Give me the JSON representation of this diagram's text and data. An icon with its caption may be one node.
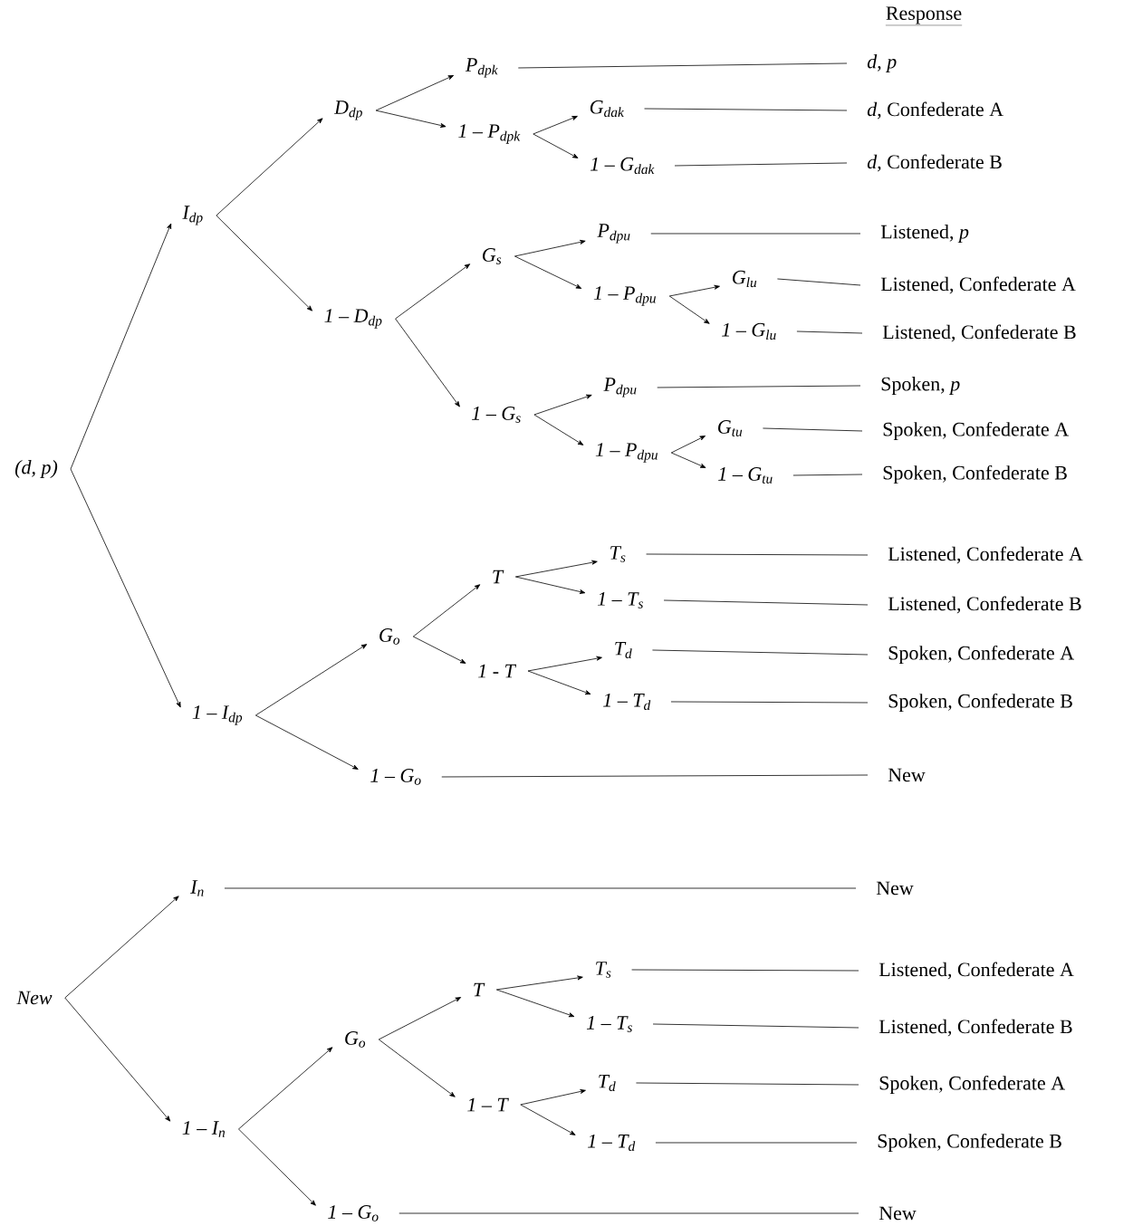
{
  "diagram": {
    "nodes": [
      {
        "text": [
          "(d, p)"
        ]
      },
      {
        "text": [
          "I$_{dp}$"
        ]
      },
      {
        "text": [
          "1 – I$_{dp}$"
        ]
      },
      {
        "text": [
          "D$_{dp}$"
        ]
      },
      {
        "text": [
          "1 – D$_{dp}$"
        ]
      },
      {
        "text": [
          "P$_{dpk}$"
        ]
      },
      {
        "text": [
          "1 – P$_{dpk}$"
        ]
      },
      {
        "text": [
          "G$_{dak}$"
        ]
      },
      {
        "text": [
          "1 – G$_{dak}$"
        ]
      },
      {
        "text": [
          "G$_{s}$"
        ]
      },
      {
        "text": [
          "1 – G$_{s}$"
        ]
      },
      {
        "text": [
          "P$_{dpu}$"
        ]
      },
      {
        "text": [
          "1 – P$_{dpu}$"
        ]
      },
      {
        "text": [
          "G$_{lu}$"
        ]
      },
      {
        "text": [
          "1 – G$_{lu}$"
        ]
      },
      {
        "text": [
          "P$_{dpu}$"
        ]
      },
      {
        "text": [
          "1 – P$_{dpu}$"
        ]
      },
      {
        "text": [
          "G$_{tu}$"
        ]
      },
      {
        "text": [
          "1 – G$_{tu}$"
        ]
      },
      {
        "text": [
          "G$_{o}$"
        ]
      },
      {
        "text": [
          "1 – G$_{o}$"
        ]
      },
      {
        "text": [
          "T"
        ]
      },
      {
        "text": [
          "1 - T"
        ]
      },
      {
        "text": [
          "T$_{s}$"
        ]
      },
      {
        "text": [
          "1 – T$_{s}$"
        ]
      },
      {
        "text": [
          "T$_{d}$"
        ]
      },
      {
        "text": [
          "1 – T$_{d}$"
        ]
      },
      {
        "text": [
          "New"
        ]
      },
      {
        "text": [
          "I$_{n}$"
        ]
      },
      {
        "text": [
          "1 – I$_{n}$"
        ]
      },
      {
        "text": [
          "G$_{o}$"
        ]
      },
      {
        "text": [
          "T"
        ]
      },
      {
        "text": [
          "1 – T"
        ]
      },
      {
        "text": [
          "1 – G$_{o}$"
        ]
      },
      {
        "text": [
          "T$_{s}$"
        ]
      },
      {
        "text": [
          "1 – T$_{s}$"
        ]
      },
      {
        "text": [
          "T$_{d}$"
        ]
      },
      {
        "text": [
          "1 – T$_{d}$"
        ]
      },
      {
        "text": [
          "*d*, *p*"
        ]
      },
      {
        "text": [
          "*d*, Confederate A"
        ]
      },
      {
        "text": [
          "*d*, Confederate B"
        ]
      },
      {
        "text": [
          "Listened, *p*"
        ]
      },
      {
        "text": [
          "Listened, Confederate A"
        ]
      },
      {
        "text": [
          "Listened, Confederate B"
        ]
      },
      {
        "text": [
          "Spoken, *p*"
        ]
      },
      {
        "text": [
          "Spoken, Confederate A"
        ]
      },
      {
        "text": [
          "Spoken, Confederate B"
        ]
      },
      {
        "text": [
          "Listened, Confederate A"
        ]
      },
      {
        "text": [
          "Listened, Confederate B"
        ]
      },
      {
        "text": [
          "Spoken, Confederate A"
        ]
      },
      {
        "text": [
          "Spoken, Confederate B"
        ]
      },
      {
        "text": [
          "New"
        ]
      },
      {
        "text": [
          "New"
        ]
      },
      {
        "text": [
          "Listened, Confederate A"
        ]
      },
      {
        "text": [
          "Listened, Confederate B"
        ]
      },
      {
        "text": [
          "Spoken, Confederate A"
        ]
      },
      {
        "text": [
          "Spoken, Confederate B"
        ]
      },
      {
        "text": [
          "New"
        ]
      }
    ],
    "edges": [
      {
        "from": 0,
        "to": 1,
        "arrow": "to"
      },
      {
        "from": 0,
        "to": 2,
        "arrow": "to"
      },
      {
        "from": 1,
        "to": 3,
        "arrow": "to"
      },
      {
        "from": 1,
        "to": 4,
        "arrow": "to"
      },
      {
        "from": 3,
        "to": 5,
        "arrow": "to"
      },
      {
        "from": 3,
        "to": 6,
        "arrow": "to"
      },
      {
        "from": 6,
        "to": 7,
        "arrow": "to"
      },
      {
        "from": 6,
        "to": 8,
        "arrow": "to"
      },
      {
        "from": 4,
        "to": 9,
        "arrow": "to"
      },
      {
        "from": 4,
        "to": 10,
        "arrow": "to"
      },
      {
        "from": 9,
        "to": 11,
        "arrow": "to"
      },
      {
        "from": 9,
        "to": 12,
        "arrow": "to"
      },
      {
        "from": 12,
        "to": 13,
        "arrow": "to"
      },
      {
        "from": 12,
        "to": 14,
        "arrow": "to"
      },
      {
        "from": 10,
        "to": 15,
        "arrow": "to"
      },
      {
        "from": 10,
        "to": 16,
        "arrow": "to"
      },
      {
        "from": 16,
        "to": 17,
        "arrow": "to"
      },
      {
        "from": 16,
        "to": 18,
        "arrow": "to"
      },
      {
        "from": 2,
        "to": 19,
        "arrow": "to"
      },
      {
        "from": 2,
        "to": 20,
        "arrow": "to"
      },
      {
        "from": 19,
        "to": 21,
        "arrow": "to"
      },
      {
        "from": 19,
        "to": 22,
        "arrow": "to"
      },
      {
        "from": 21,
        "to": 23,
        "arrow": "to"
      },
      {
        "from": 21,
        "to": 24,
        "arrow": "to"
      },
      {
        "from": 22,
        "to": 25,
        "arrow": "to"
      },
      {
        "from": 22,
        "to": 26,
        "arrow": "to"
      },
      {
        "from": 27,
        "to": 28,
        "arrow": "to"
      },
      {
        "from": 27,
        "to": 29,
        "arrow": "to"
      },
      {
        "from": 29,
        "to": 30,
        "arrow": "to"
      },
      {
        "from": 29,
        "to": 33,
        "arrow": "to"
      },
      {
        "from": 30,
        "to": 31,
        "arrow": "to"
      },
      {
        "from": 30,
        "to": 32,
        "arrow": "to"
      },
      {
        "from": 31,
        "to": 34,
        "arrow": "to"
      },
      {
        "from": 31,
        "to": 35,
        "arrow": "to"
      },
      {
        "from": 32,
        "to": 36,
        "arrow": "to"
      },
      {
        "from": 32,
        "to": 37,
        "arrow": "to"
      },
      {
        "from": 5,
        "to": 38,
        "arrow": "none"
      },
      {
        "from": 7,
        "to": 39,
        "arrow": "none"
      },
      {
        "from": 8,
        "to": 40,
        "arrow": "none"
      },
      {
        "from": 11,
        "to": 41,
        "arrow": "none"
      },
      {
        "from": 13,
        "to": 42,
        "arrow": "none"
      },
      {
        "from": 14,
        "to": 43,
        "arrow": "none"
      },
      {
        "from": 15,
        "to": 44,
        "arrow": "none"
      },
      {
        "from": 17,
        "to": 45,
        "arrow": "none"
      },
      {
        "from": 18,
        "to": 46,
        "arrow": "none"
      },
      {
        "from": 23,
        "to": 47,
        "arrow": "none"
      },
      {
        "from": 24,
        "to": 48,
        "arrow": "none"
      },
      {
        "from": 25,
        "to": 49,
        "arrow": "none"
      },
      {
        "from": 26,
        "to": 50,
        "arrow": "none"
      },
      {
        "from": 20,
        "to": 51,
        "arrow": "none"
      },
      {
        "from": 28,
        "to": 52,
        "arrow": "none"
      },
      {
        "from": 34,
        "to": 53,
        "arrow": "none"
      },
      {
        "from": 35,
        "to": 54,
        "arrow": "none"
      },
      {
        "from": 36,
        "to": 55,
        "arrow": "none"
      },
      {
        "from": 37,
        "to": 56,
        "arrow": "none"
      },
      {
        "from": 33,
        "to": 57,
        "arrow": "none"
      }
    ],
    "labels": [
      "Response"
    ]
  }
}
